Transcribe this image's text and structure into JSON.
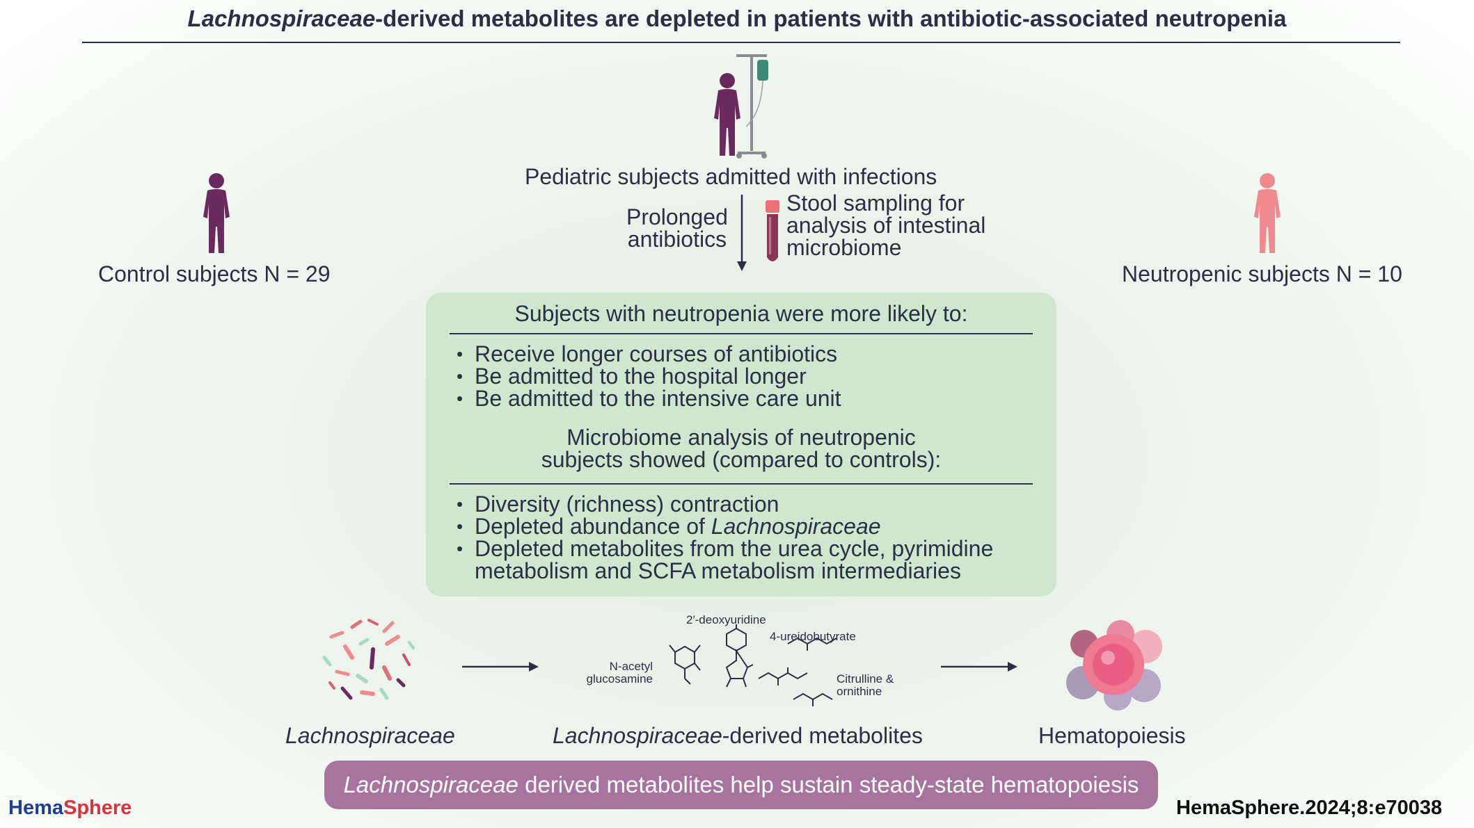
{
  "title": {
    "italic_part": "Lachnospiraceae",
    "rest": "-derived metabolites are depleted in patients with antibiotic-associated neutropenia"
  },
  "groups": {
    "control": "Control subjects N = 29",
    "neutropenic": "Neutropenic subjects N = 10",
    "pediatric": "Pediatric subjects admitted with infections"
  },
  "flow": {
    "antibiotics_line1": "Prolonged",
    "antibiotics_line2": "antibiotics",
    "stool_line1": "Stool sampling for",
    "stool_line2": "analysis of intestinal",
    "stool_line3": "microbiome"
  },
  "panel": {
    "heading1": "Subjects with neutropenia were more likely to:",
    "bullets1": [
      "Receive longer courses of antibiotics",
      "Be admitted to the hospital longer",
      "Be admitted to the intensive care unit"
    ],
    "heading2_line1": "Microbiome analysis of neutropenic",
    "heading2_line2": "subjects showed (compared to controls):",
    "bullet2_1": "Diversity (richness) contraction",
    "bullet2_2_prefix": "Depleted abundance of ",
    "bullet2_2_italic": "Lachnospiraceae",
    "bullet2_3_line1": "Depleted metabolites from the urea cycle, pyrimidine",
    "bullet2_3_line2": "metabolism and SCFA metabolism intermediaries"
  },
  "molecules": {
    "deoxyuridine": "2′-deoxyuridine",
    "ureidobutyrate": "4-ureidobutyrate",
    "nacetyl_line1": "N-acetyl",
    "nacetyl_line2": "glucosamine",
    "citrulline_line1": "Citrulline &",
    "citrulline_line2": "ornithine"
  },
  "bottom_labels": {
    "bacteria": "Lachnospiraceae",
    "metabolites_italic": "Lachnospiraceae",
    "metabolites_rest": "-derived metabolites",
    "hematopoiesis": "Hematopoiesis"
  },
  "banner": {
    "italic": "Lachnospiraceae",
    "rest": " derived metabolites help sustain steady-state hematopoiesis"
  },
  "brand": {
    "part1": "Hema",
    "part2": "Sphere"
  },
  "citation": "HemaSphere.2024;8:e70038",
  "colors": {
    "control_figure": "#6b2a5e",
    "neutropenic_figure": "#ef8a8e",
    "panel_bg": "#cfe6cf",
    "banner_bg": "#a7749f",
    "brand_blue": "#1f3f8f",
    "brand_red": "#d8343b"
  },
  "icons": [
    "child-figure-icon",
    "iv-stand-icon",
    "stool-tube-icon",
    "bacteria-cluster-icon",
    "blood-cell-cluster-icon",
    "arrow-right-icon"
  ]
}
